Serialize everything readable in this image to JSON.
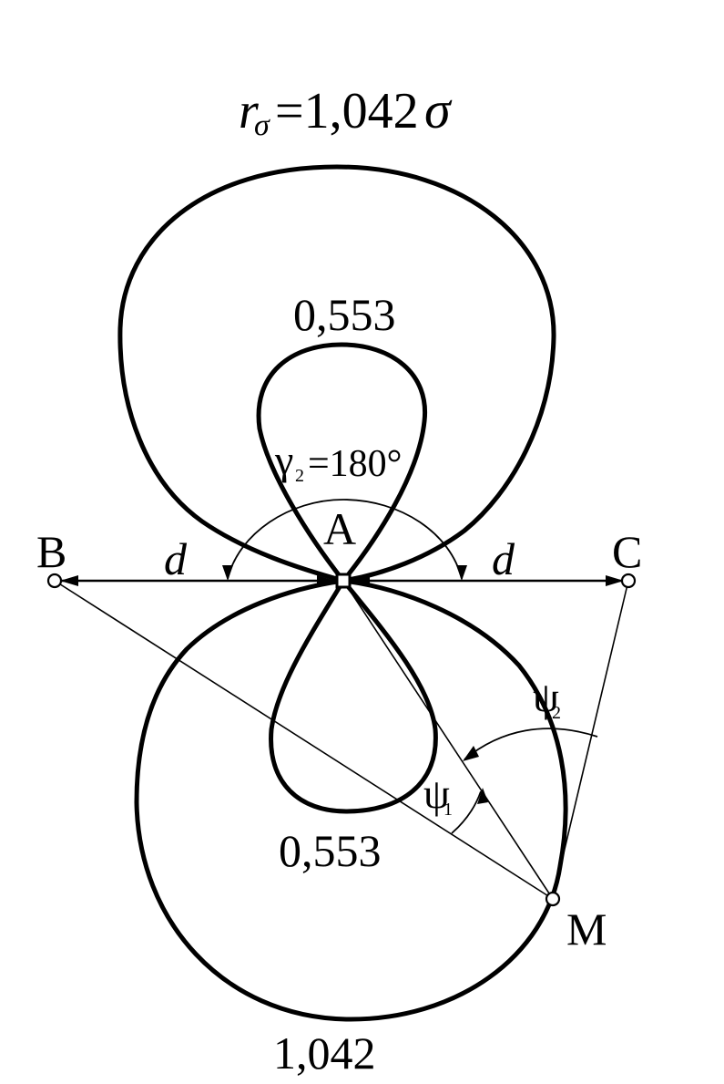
{
  "title": {
    "symbol_r": "r",
    "subscript_sigma": "σ",
    "equation": "=1,042",
    "symbol_sigma": "σ"
  },
  "labels": {
    "inner_top": "0,553",
    "inner_bottom": "0,553",
    "outer_bottom": "1,042",
    "point_a": "A",
    "point_b": "B",
    "point_c": "C",
    "point_m": "M",
    "distance_left": "d",
    "distance_right": "d",
    "gamma_symbol": "γ",
    "gamma_subscript": "2",
    "gamma_value": "=180°",
    "psi_symbol": "ψ",
    "psi1_subscript": "1",
    "psi2_subscript": "2"
  }
}
